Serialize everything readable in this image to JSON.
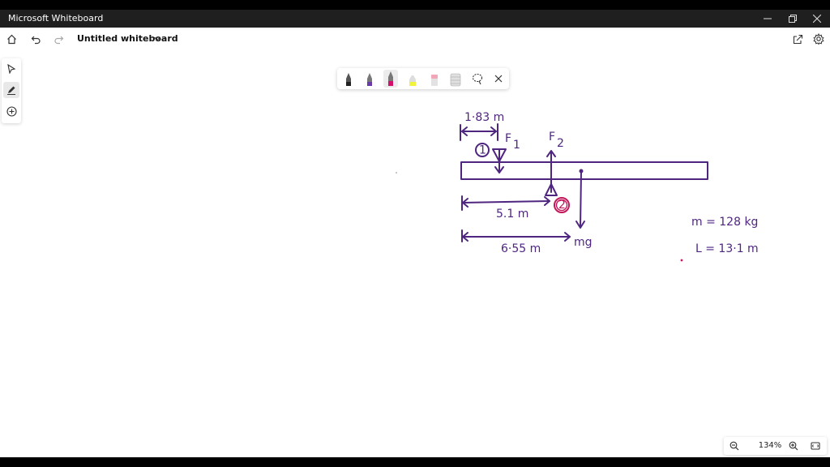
{
  "window": {
    "title": "Microsoft Whiteboard"
  },
  "appbar": {
    "doc_title": "Untitled whiteboard"
  },
  "zoom": {
    "level": "134%"
  },
  "colors": {
    "ink": "#4e2680",
    "accent_pink": "#c2185b",
    "highlighter": "#f0f23b"
  },
  "pens": [
    {
      "name": "black-pen",
      "color": "#222222"
    },
    {
      "name": "purple-pen",
      "color": "#6a3aa8"
    },
    {
      "name": "magenta-pen",
      "color": "#d0106a"
    },
    {
      "name": "yellow-highlighter",
      "color": "#f0f23b"
    },
    {
      "name": "pink-eraser",
      "color": "#f2a7b8"
    },
    {
      "name": "ruler",
      "color": "#cccccc"
    }
  ],
  "ink": {
    "dim_1": "1·83 m",
    "label_f1": "F",
    "sub_f1": "1",
    "label_f2": "F",
    "sub_f2": "2",
    "circle_1": "1",
    "circle_2": "2",
    "dim_2": "5.1 m",
    "dim_3": "6·55 m",
    "label_mg": "mg",
    "mass": "m = 128 kg",
    "length": "L = 13·1 m"
  }
}
